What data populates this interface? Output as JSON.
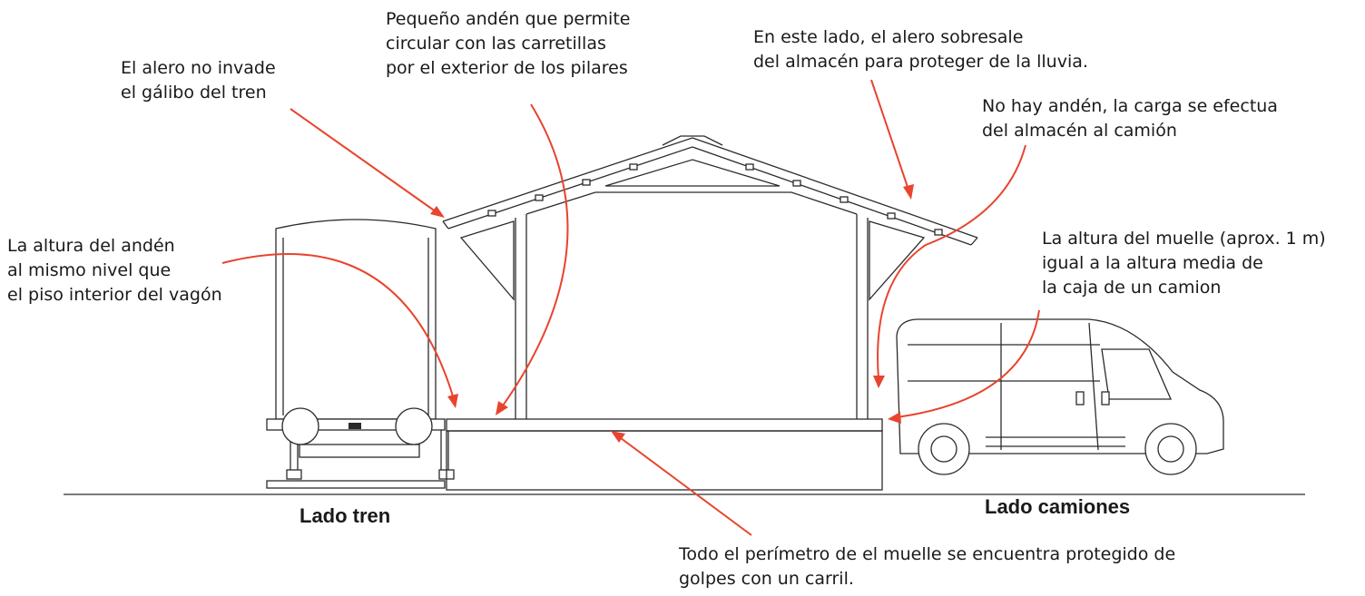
{
  "annotations": {
    "eave_clearance": "El alero no invade\nel gálibo del tren",
    "small_platform": "Pequeño andén que permite\ncircular con las carretillas\npor el exterior de los pilares",
    "eave_overhang": "En este lado, el  alero sobresale\ndel almacén para proteger de la lluvia.",
    "no_platform": "No hay andén, la carga se efectua\ndel almacén al camión",
    "platform_height": "La altura del andén\nal mismo nivel que\nel piso interior del vagón",
    "dock_height": "La altura del muelle (aprox. 1 m)\nigual a la altura media de\nla caja de un camion",
    "perimeter_rail": "Todo el perímetro de el muelle se encuentra protegido de\ngolpes con un carril."
  },
  "sides": {
    "train": "Lado tren",
    "trucks": "Lado camiones"
  },
  "colors": {
    "arrow": "#e8442f",
    "line": "#2b2b2b",
    "text": "#1a1a1a"
  }
}
